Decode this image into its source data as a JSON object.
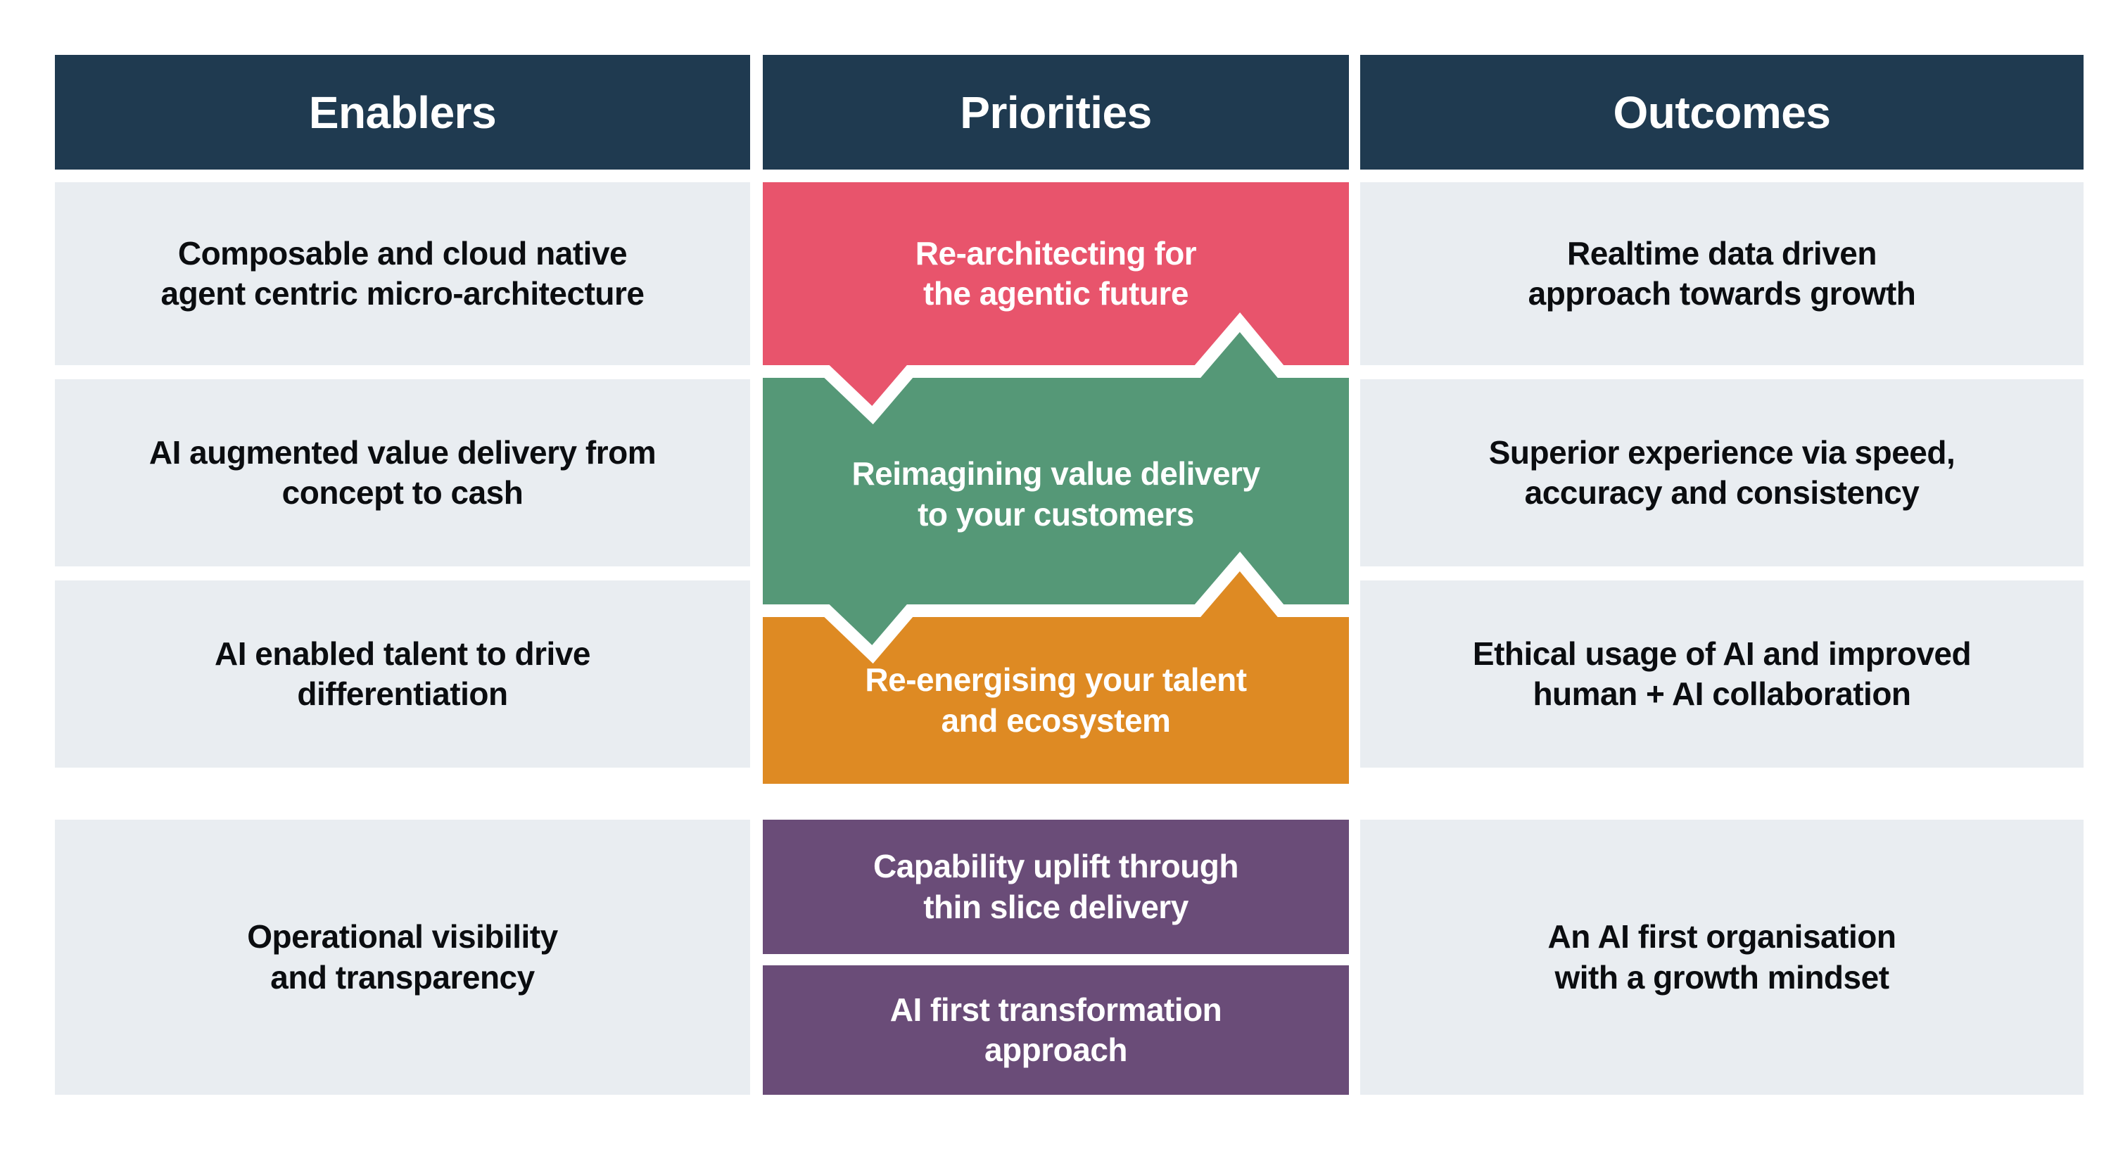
{
  "headers": [
    "Enablers",
    "Priorities",
    "Outcomes"
  ],
  "enablers": [
    "Composable and cloud native\nagent centric micro-architecture",
    "AI augmented value delivery from\nconcept to cash",
    "AI enabled talent to drive\ndifferentiation",
    "Operational visibility\nand transparency"
  ],
  "priorities": [
    "Re-architecting for\nthe agentic future",
    "Reimagining value delivery\nto your customers",
    "Re-energising your talent\nand ecosystem",
    "Capability uplift through\nthin slice delivery",
    "AI first transformation\napproach"
  ],
  "outcomes": [
    "Realtime data driven\napproach towards growth",
    "Superior experience via speed,\naccuracy and consistency",
    "Ethical usage of AI and improved\nhuman + AI collaboration",
    "An AI first organisation\nwith a growth mindset"
  ],
  "colors": {
    "header_bg": "#1F3A50",
    "cell_bg": "#E9EDF1",
    "pink": "#E8546C",
    "green": "#559877",
    "orange": "#DE8A23",
    "purple": "#6A4C78",
    "text_dark": "#0B0D10",
    "text_light": "#FFFFFF",
    "background": "#FFFFFF"
  }
}
